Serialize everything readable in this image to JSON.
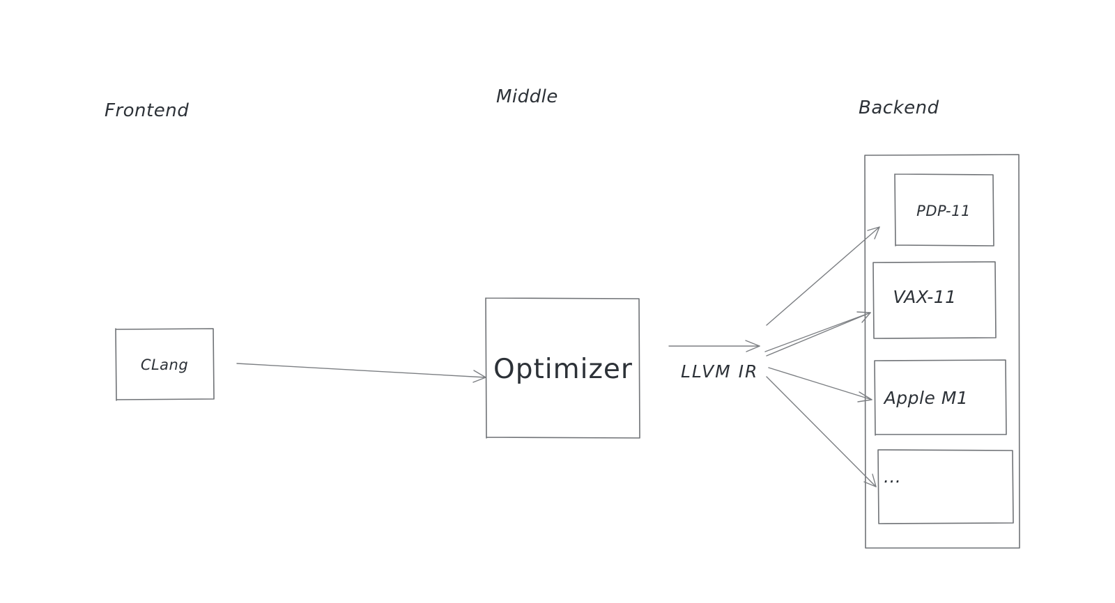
{
  "sections": {
    "frontend": "Frontend",
    "middle": "Middle",
    "backend": "Backend"
  },
  "nodes": {
    "clang": "CLang",
    "optimizer": "Optimizer",
    "pdp11": "PDP-11",
    "vax11": "VAX-11",
    "apple_m1": "Apple M1",
    "more": "..."
  },
  "edges": {
    "ir_label": "LLVM IR"
  },
  "colors": {
    "ink": "#6f7276",
    "text": "#2c3137",
    "background": "#ffffff"
  }
}
